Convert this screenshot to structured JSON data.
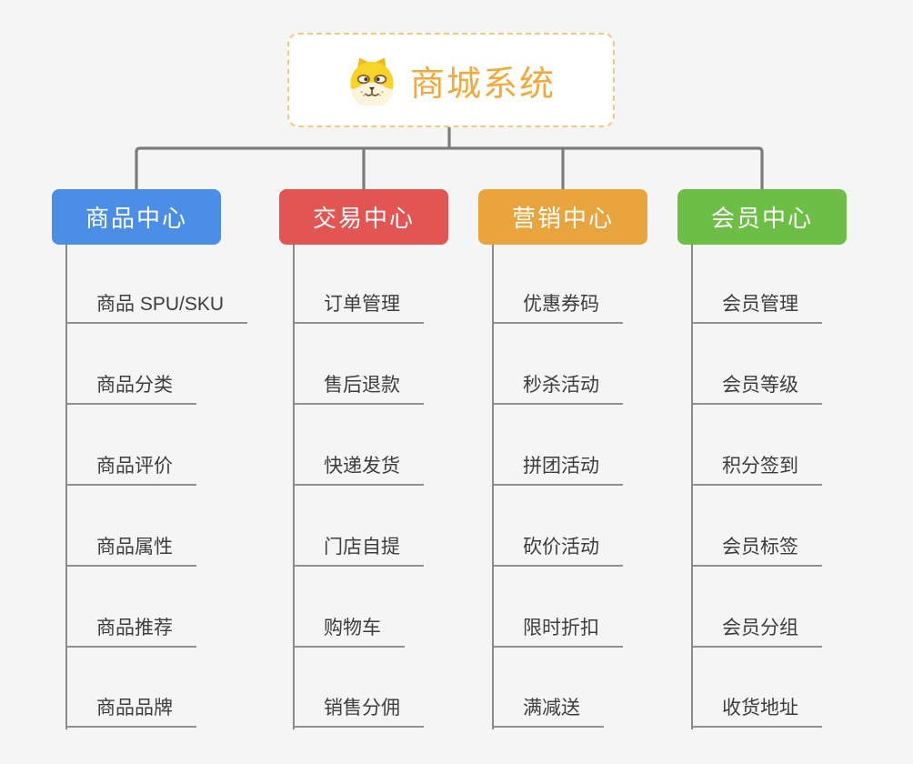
{
  "root": {
    "label": "商城系统",
    "icon": "dog-face-icon",
    "text_color": "#f2a93b",
    "border_color": "#f7c87d"
  },
  "branches": [
    {
      "label": "商品中心",
      "color": "#4a8ee8",
      "children": [
        "商品 SPU/SKU",
        "商品分类",
        "商品评价",
        "商品属性",
        "商品推荐",
        "商品品牌"
      ]
    },
    {
      "label": "交易中心",
      "color": "#e25552",
      "children": [
        "订单管理",
        "售后退款",
        "快递发货",
        "门店自提",
        "购物车",
        "销售分佣"
      ]
    },
    {
      "label": "营销中心",
      "color": "#e9a43d",
      "children": [
        "优惠券码",
        "秒杀活动",
        "拼团活动",
        "砍价活动",
        "限时折扣",
        "满减送"
      ]
    },
    {
      "label": "会员中心",
      "color": "#6cbe45",
      "children": [
        "会员管理",
        "会员等级",
        "积分签到",
        "会员标签",
        "会员分组",
        "收货地址"
      ]
    }
  ],
  "colors": {
    "background": "#f5f5f5",
    "connector_line": "#7c7c7c",
    "leaf_underline": "#909090",
    "leaf_text": "#3d3d3d"
  }
}
